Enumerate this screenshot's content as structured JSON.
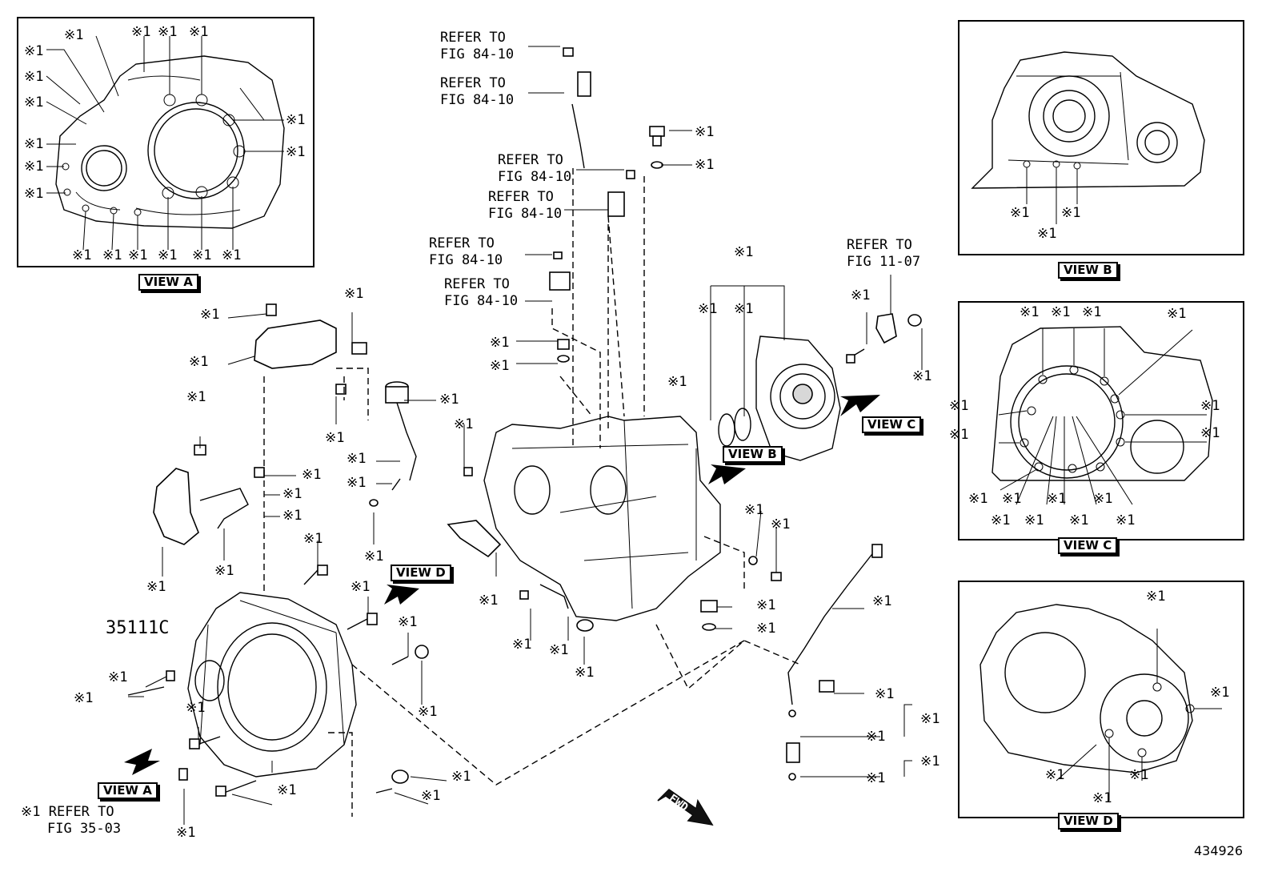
{
  "note_symbol": "※1",
  "callout": "※1",
  "refer": {
    "r1": "REFER TO",
    "f1": "FIG 84-10",
    "fig1107": "FIG 11-07",
    "fig3503": "FIG 35-03"
  },
  "part_number": "35111C",
  "views": {
    "a": "VIEW A",
    "b": "VIEW B",
    "c": "VIEW C",
    "d": "VIEW D"
  },
  "fwd": "FWD",
  "illustration_id": "434926"
}
